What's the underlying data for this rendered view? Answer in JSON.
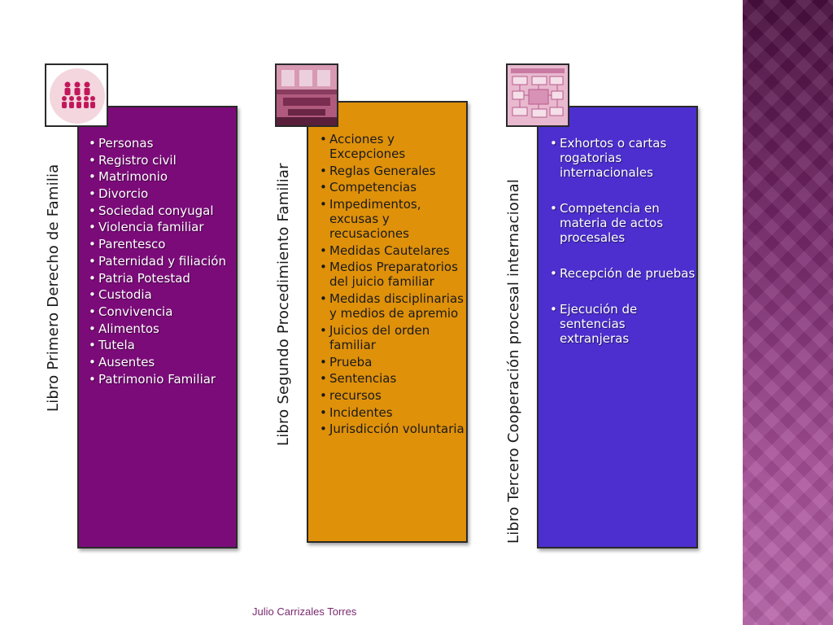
{
  "columns": [
    {
      "title": "Libro Primero Derecho de Familia",
      "image_icon": "family-people-icon",
      "color": "#7c0b7a",
      "items": [
        "Personas",
        "Registro civil",
        "Matrimonio",
        "Divorcio",
        "Sociedad conyugal",
        "Violencia familiar",
        "Parentesco",
        "Paternidad y filiación",
        "Patria Potestad",
        "Custodia",
        "Convivencia",
        "Alimentos",
        "Tutela",
        "Ausentes",
        "Patrimonio Familiar"
      ]
    },
    {
      "title": "Libro Segundo Procedimiento Familiar",
      "image_icon": "courtroom-photo-icon",
      "color": "#df910a",
      "items": [
        "Acciones y Excepciones",
        "Reglas Generales",
        "Competencias",
        "Impedimentos, excusas y recusaciones",
        "Medidas Cautelares",
        "Medios Preparatorios del juicio familiar",
        "Medidas disciplinarias y medios de apremio",
        "Juicios del orden familiar",
        "Prueba",
        "Sentencias",
        "recursos",
        "Incidentes",
        "Jurisdicción voluntaria"
      ]
    },
    {
      "title": "Libro Tercero Cooperación  procesal internacional",
      "image_icon": "international-diagram-icon",
      "color": "#4d2fcf",
      "items": [
        "Exhortos o cartas rogatorias internacionales",
        "Competencia en materia de actos procesales",
        "Recepción de pruebas",
        "Ejecución de sentencias extranjeras"
      ]
    }
  ],
  "footer": "Julio Carrizales Torres"
}
